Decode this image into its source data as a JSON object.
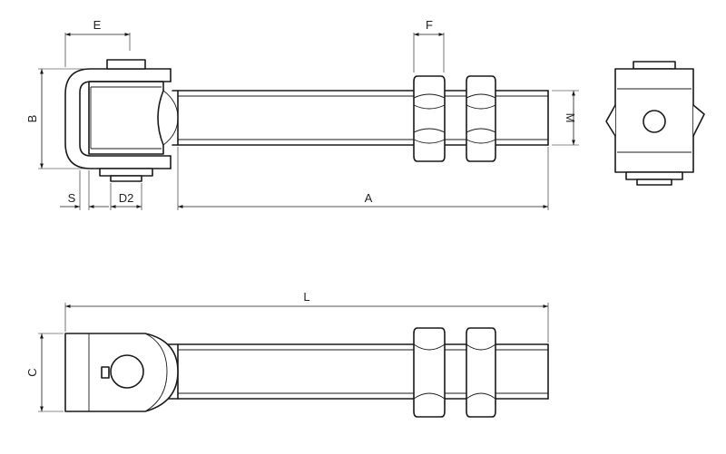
{
  "dimensions": {
    "E": "E",
    "F": "F",
    "B": "B",
    "M": "M",
    "S": "S",
    "D2": "D2",
    "A": "A",
    "L": "L",
    "C": "C"
  },
  "style": {
    "line_color": "#1a1a1a",
    "background": "#ffffff"
  }
}
